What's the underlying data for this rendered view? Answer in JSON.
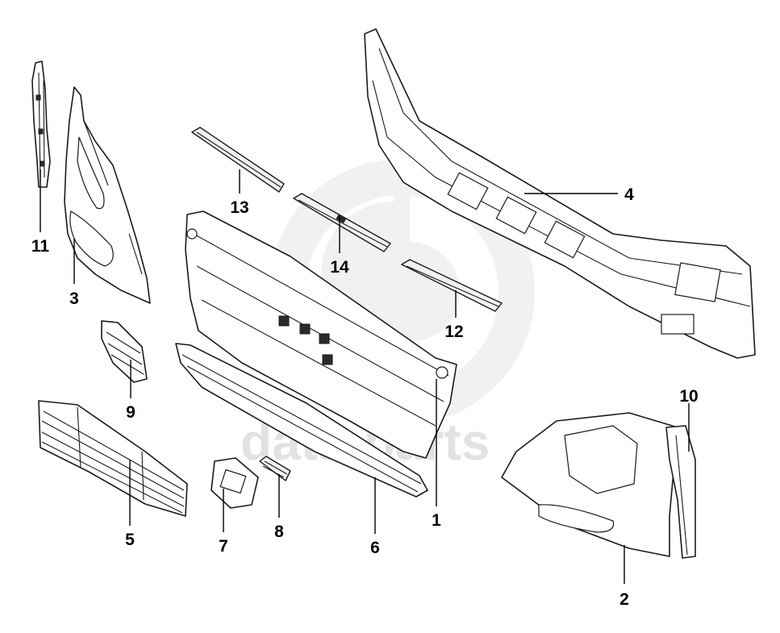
{
  "watermark": {
    "text": "data-parts",
    "color": "#d9d9d9"
  },
  "callouts": [
    {
      "id": "1",
      "label": "1"
    },
    {
      "id": "2",
      "label": "2"
    },
    {
      "id": "3",
      "label": "3"
    },
    {
      "id": "4",
      "label": "4"
    },
    {
      "id": "5",
      "label": "5"
    },
    {
      "id": "6",
      "label": "6"
    },
    {
      "id": "7",
      "label": "7"
    },
    {
      "id": "8",
      "label": "8"
    },
    {
      "id": "9",
      "label": "9"
    },
    {
      "id": "10",
      "label": "10"
    },
    {
      "id": "11",
      "label": "11"
    },
    {
      "id": "12",
      "label": "12"
    },
    {
      "id": "13",
      "label": "13"
    },
    {
      "id": "14",
      "label": "14"
    }
  ]
}
